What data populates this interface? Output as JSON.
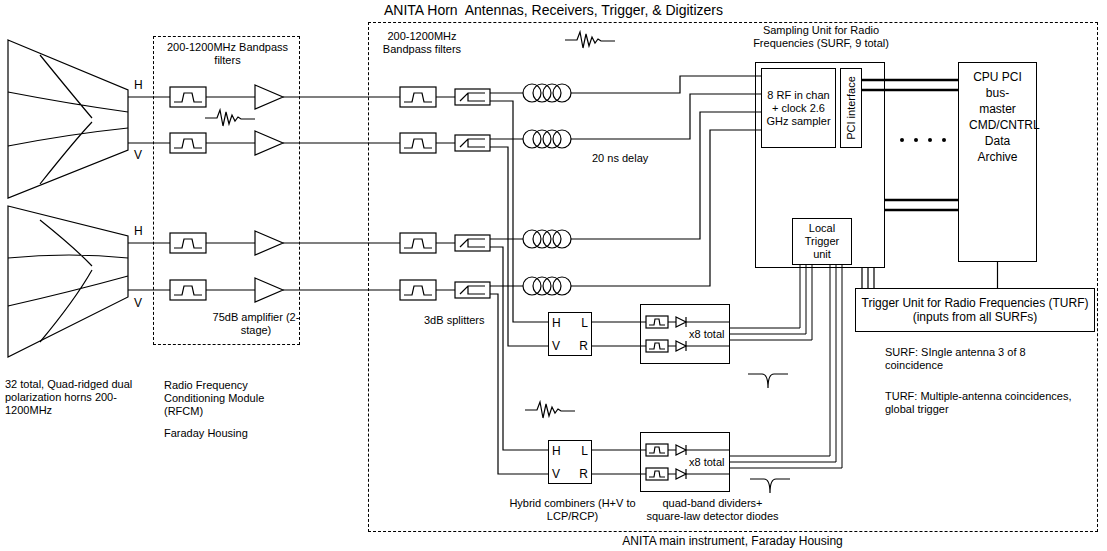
{
  "diagram": {
    "title": "ANITA Horn  Antennas, Receivers, Trigger, & Digitizers",
    "nodes": [
      {
        "text": [
          "200-1200MHz Bandpass filters",
          "75dB amplifier (2-stage)",
          "Radio Frequency Conditioning Module (RFCM)",
          "Faraday Housing"
        ]
      },
      {
        "text": [
          "ANITA main instrument, Faraday Housing"
        ]
      },
      {
        "text": [
          "Sampling Unit for Radio Frequencies (SURF, 9 total)"
        ],
        "in": 1
      },
      {
        "text": [
          "8 RF in chan + clock 2.6 GHz sampler"
        ],
        "in": 2
      },
      {
        "text": [
          "PCI interface"
        ],
        "in": 2
      },
      {
        "text": [
          "Local Trigger unit"
        ],
        "in": 2
      },
      {
        "text": [
          "CPU PCI bus-master CMD/CNTRL Data Archive"
        ],
        "in": 1
      },
      {
        "text": [
          "Trigger Unit for Radio Frequencies (TURF) (inputs from all SURFs)"
        ],
        "in": 1
      },
      {
        "text": [
          "H",
          "V",
          "L",
          "R"
        ],
        "in": 1
      },
      {
        "text": [
          "x8 total"
        ],
        "in": 1
      },
      {
        "text": [
          "H",
          "V",
          "L",
          "R"
        ],
        "in": 1
      },
      {
        "text": [
          "x8 total"
        ],
        "in": 1
      }
    ],
    "edges": [
      {
        "from": 8,
        "to": 9,
        "arrow": "none"
      },
      {
        "from": 8,
        "to": 9,
        "arrow": "none"
      },
      {
        "from": 10,
        "to": 11,
        "arrow": "none"
      },
      {
        "from": 10,
        "to": 11,
        "arrow": "none"
      },
      {
        "from": 9,
        "to": 5,
        "arrow": "none"
      },
      {
        "from": 11,
        "to": 5,
        "arrow": "none"
      },
      {
        "from": 4,
        "to": 6,
        "arrow": "none"
      },
      {
        "from": 2,
        "to": 7,
        "arrow": "none"
      },
      {
        "from": 6,
        "to": 7,
        "arrow": "none"
      }
    ],
    "labels": [
      "H",
      "V",
      "H",
      "V",
      "32 total, Quad-ridged dual polarization horns 200-1200MHz",
      "200-1200MHz Bandpass filters",
      "20 ns delay",
      "3dB splitters",
      "Hybrid combiners (H+V to LCP/RCP)",
      "quad-band dividers+ square-law detector diodes",
      "SURF: SIngle antenna 3 of 8 coincidence",
      "TURF: Multiple-antenna coincidences, global trigger"
    ]
  }
}
